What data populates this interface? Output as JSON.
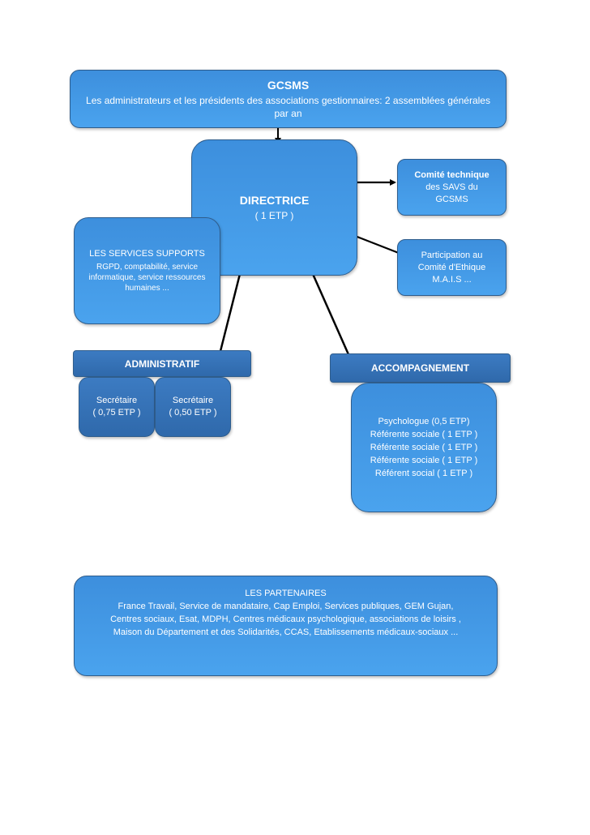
{
  "gcsms": {
    "title": "GCSMS",
    "line1": "Les administrateurs et les présidents des associations gestionnaires: 2 assemblées générales",
    "line2": "par an"
  },
  "directrice": {
    "title": "DIRECTRICE",
    "etp": "( 1 ETP )"
  },
  "comite_technique": {
    "title": "Comité technique",
    "line1": "des SAVS du",
    "line2": "GCSMS"
  },
  "comite_ethique": {
    "line1": "Participation au",
    "line2": "Comité d'Ethique",
    "line3": "M.A.I.S ..."
  },
  "services_supports": {
    "title": "LES SERVICES SUPPORTS",
    "line1": "RGPD, comptabilité, service",
    "line2": "informatique, service ressources",
    "line3": "humaines ..."
  },
  "administratif": {
    "title": "ADMINISTRATIF",
    "secretaires": [
      {
        "label": "Secrétaire",
        "etp": "( 0,75 ETP )"
      },
      {
        "label": "Secrétaire",
        "etp": "( 0,50 ETP )"
      }
    ]
  },
  "accompagnement": {
    "title": "ACCOMPAGNEMENT",
    "members": [
      "Psychologue (0,5 ETP)",
      "Référente sociale ( 1 ETP )",
      "Référente sociale ( 1 ETP )",
      "Référente sociale ( 1 ETP )",
      "Référent social ( 1 ETP )"
    ]
  },
  "partenaires": {
    "title": "LES PARTENAIRES",
    "line1": "France Travail, Service de mandataire, Cap Emploi, Services publiques, GEM Gujan,",
    "line2": "Centres sociaux, Esat, MDPH, Centres médicaux psychologique, associations de loisirs ,",
    "line3": "Maison du Département et des Solidarités, CCAS, Etablissements médicaux-sociaux ..."
  }
}
